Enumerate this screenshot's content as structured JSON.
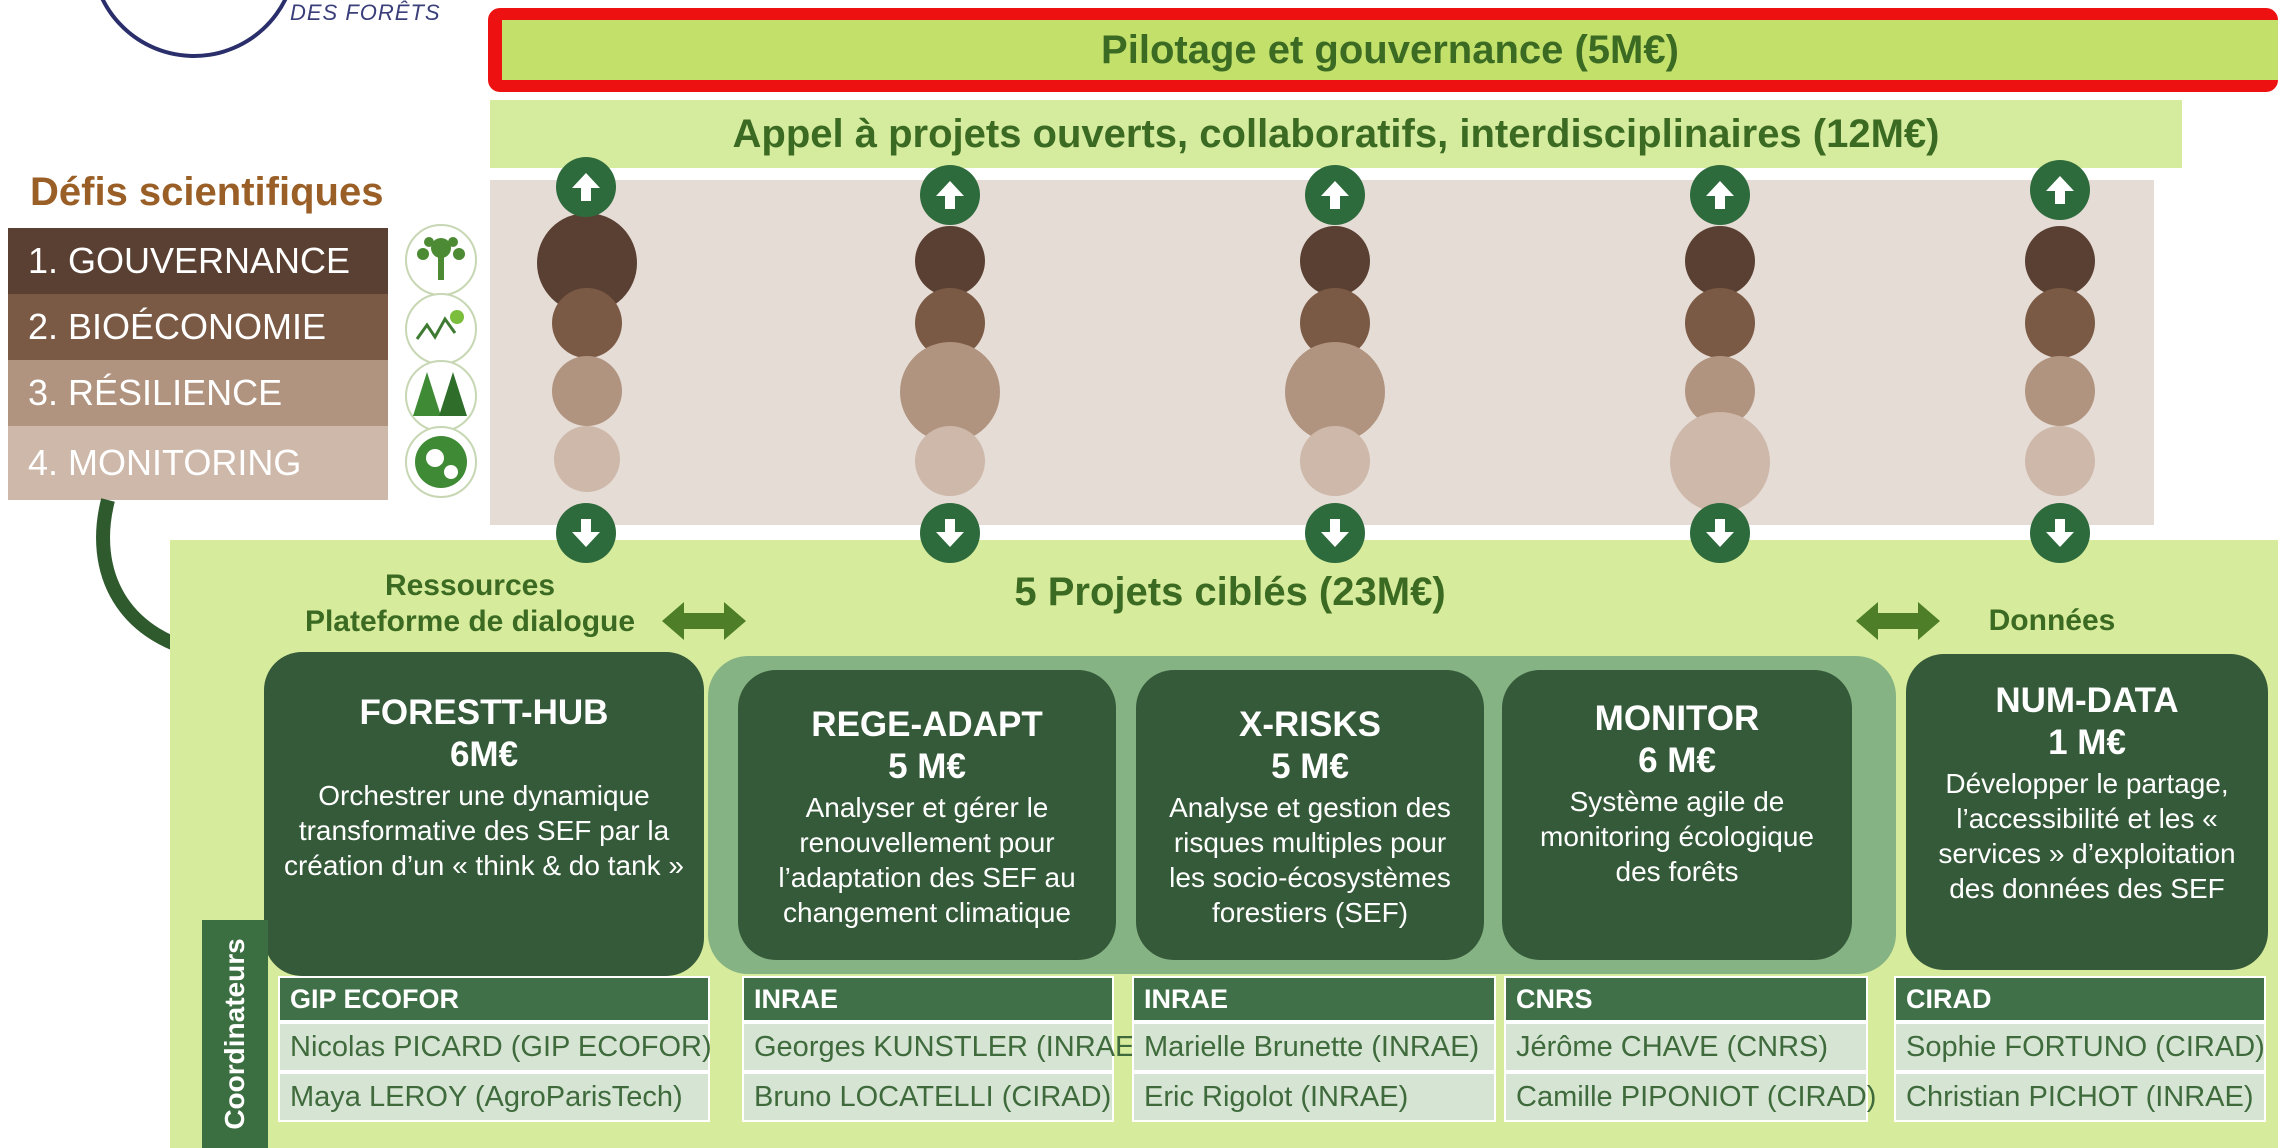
{
  "logo": {
    "text": "DES FORÊTS"
  },
  "banners": {
    "pilotage": "Pilotage et gouvernance (5M€)",
    "appel": "Appel à projets ouverts, collaboratifs, interdisciplinaires (12M€)"
  },
  "defis": {
    "title": "Défis scientifiques",
    "items": [
      {
        "label": "1. GOUVERNANCE",
        "color": "#5a4032",
        "icon": "peacock-tree-icon"
      },
      {
        "label": "2. BIOÉCONOMIE",
        "color": "#7b5a45",
        "icon": "growth-chart-icon"
      },
      {
        "label": "3. RÉSILIENCE",
        "color": "#b09480",
        "icon": "forest-icon"
      },
      {
        "label": "4. MONITORING",
        "color": "#cdb8aa",
        "icon": "globe-monitoring-icon"
      }
    ]
  },
  "projects_title": "5 Projets ciblés (23M€)",
  "side_labels": {
    "left_line1": "Ressources",
    "left_line2": "Plateforme de dialogue",
    "right": "Données"
  },
  "projects": [
    {
      "name": "FORESTT-HUB",
      "budget": "6M€",
      "desc": "Orchestrer une dynamique transformative des SEF par la création d’un « think & do tank »"
    },
    {
      "name": "REGE-ADAPT",
      "budget": "5 M€",
      "desc": "Analyser et gérer le renouvellement pour l’adaptation des SEF au changement climatique"
    },
    {
      "name": "X-RISKS",
      "budget": "5 M€",
      "desc": "Analyse et gestion des risques multiples pour les socio-écosystèmes forestiers (SEF)"
    },
    {
      "name": "MONITOR",
      "budget": "6 M€",
      "desc": "Système agile de monitoring écologique des forêts"
    },
    {
      "name": "NUM-DATA",
      "budget": "1 M€",
      "desc": "Développer le partage, l’accessibilité et les « services » d’exploitation des données des SEF"
    }
  ],
  "coordinateurs": {
    "label": "Coordinateurs",
    "tables": [
      {
        "head": "GIP ECOFOR",
        "rows": [
          "Nicolas PICARD (GIP ECOFOR)",
          "Maya LEROY (AgroParisTech)"
        ]
      },
      {
        "head": "INRAE",
        "rows": [
          "Georges KUNSTLER (INRAE)",
          "Bruno LOCATELLI (CIRAD)"
        ]
      },
      {
        "head": "INRAE",
        "rows": [
          "Marielle Brunette (INRAE)",
          "Eric Rigolot (INRAE)"
        ]
      },
      {
        "head": "CNRS",
        "rows": [
          "Jérôme CHAVE (CNRS)",
          "Camille PIPONIOT (CIRAD)"
        ]
      },
      {
        "head": "CIRAD",
        "rows": [
          "Sophie FORTUNO (CIRAD)",
          "Christian PICHOT (INRAE)"
        ]
      }
    ]
  },
  "colors": {
    "challenge1": "#5a4032",
    "challenge2": "#7b5a45",
    "challenge3": "#b09480",
    "challenge4": "#cdb8aa",
    "dark_green": "#355a39",
    "light_green": "#d7eb9c",
    "red_frame": "#ee1111"
  }
}
